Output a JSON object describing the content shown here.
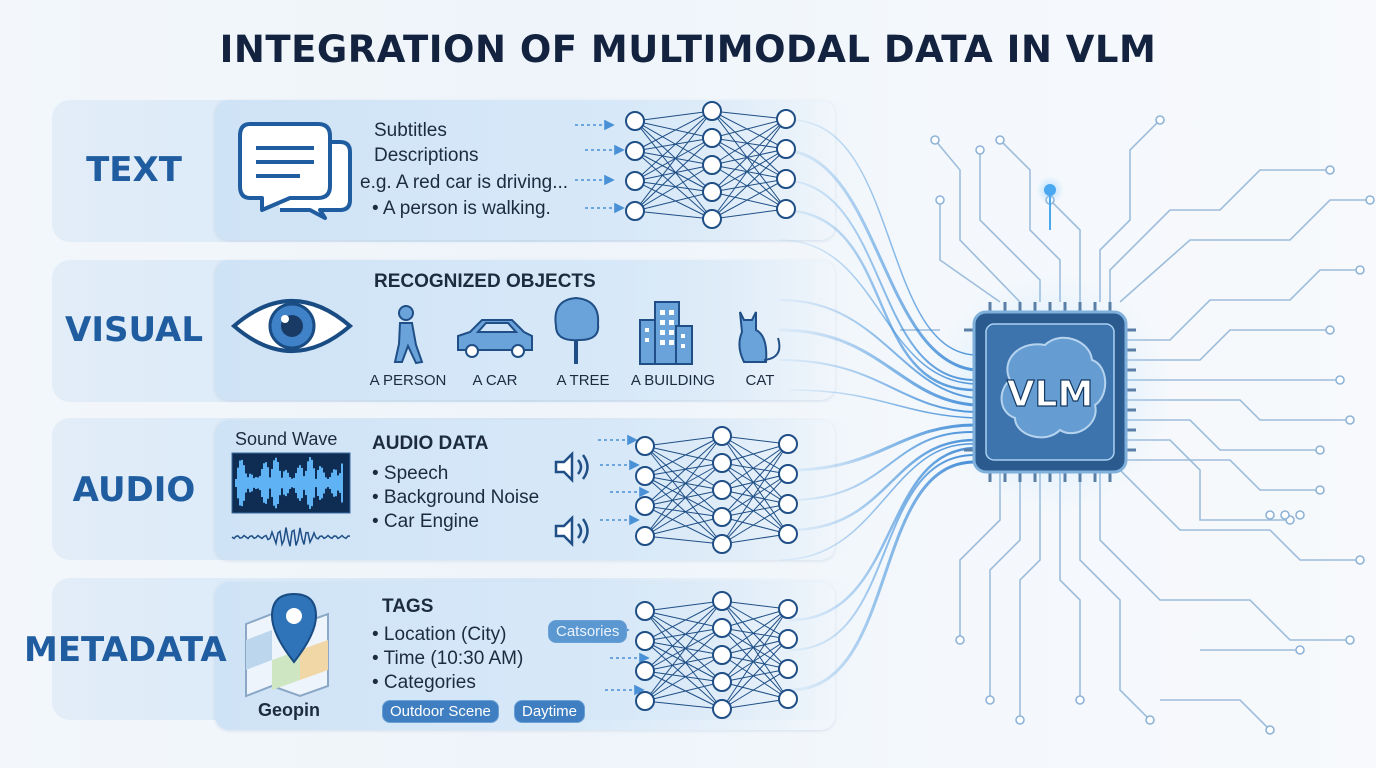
{
  "title": "INTEGRATION OF MULTIMODAL DATA IN VLM",
  "modalities": {
    "text": {
      "label": "TEXT",
      "lines": [
        "Subtitles",
        "Descriptions",
        "e.g. A red car is driving...",
        "• A person is walking."
      ]
    },
    "visual": {
      "label": "VISUAL",
      "header": "RECOGNIZED OBJECTS",
      "objects": [
        "A PERSON",
        "A CAR",
        "A TREE",
        "A BUILDING",
        "CAT"
      ]
    },
    "audio": {
      "label": "AUDIO",
      "wave_label": "Sound Wave",
      "header": "AUDIO DATA",
      "items": [
        "• Speech",
        "• Background Noise",
        "• Car Engine"
      ]
    },
    "metadata": {
      "label": "METADATA",
      "icon_label": "Geopin",
      "header": "TAGS",
      "items": [
        "• Location (City)",
        "• Time (10:30 AM)",
        "• Categories"
      ],
      "chips": [
        "Catsories",
        "Outdoor Scene",
        "Daytime"
      ]
    }
  },
  "chip_label": "VLM",
  "colors": {
    "accent": "#1f5da0",
    "chip": "#2a5a8e",
    "glow": "#4aa8f0"
  }
}
